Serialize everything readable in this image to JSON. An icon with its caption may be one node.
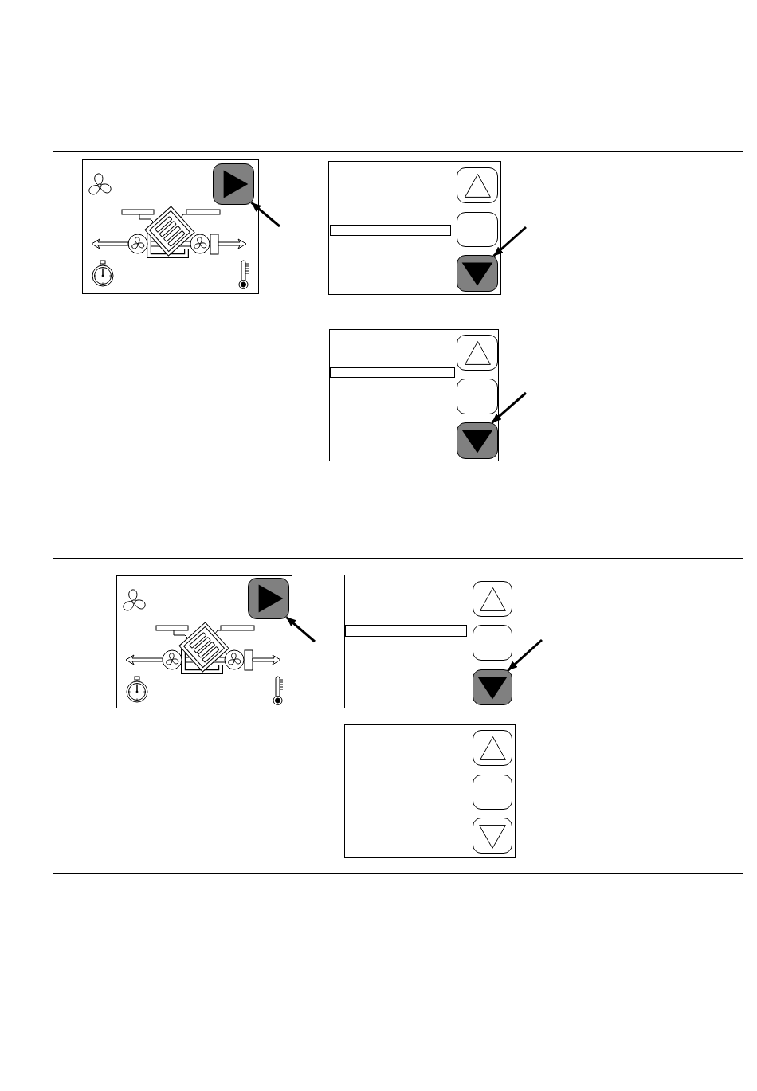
{
  "diagram": {
    "nodes": [
      {
        "text": [],
        "shape": "box"
      },
      {
        "text": [],
        "shape": "box"
      },
      {
        "text": [],
        "shape": "box"
      },
      {
        "text": [],
        "shape": "box"
      },
      {
        "text": [],
        "shape": "box"
      }
    ],
    "edges": [
      {
        "from": null,
        "to": 0,
        "arrow": "to"
      },
      {
        "from": null,
        "to": 1,
        "arrow": "to"
      },
      {
        "from": null,
        "to": 2,
        "arrow": "to"
      },
      {
        "from": null,
        "to": 3,
        "arrow": "to"
      },
      {
        "from": null,
        "to": 4,
        "arrow": "to"
      }
    ]
  }
}
